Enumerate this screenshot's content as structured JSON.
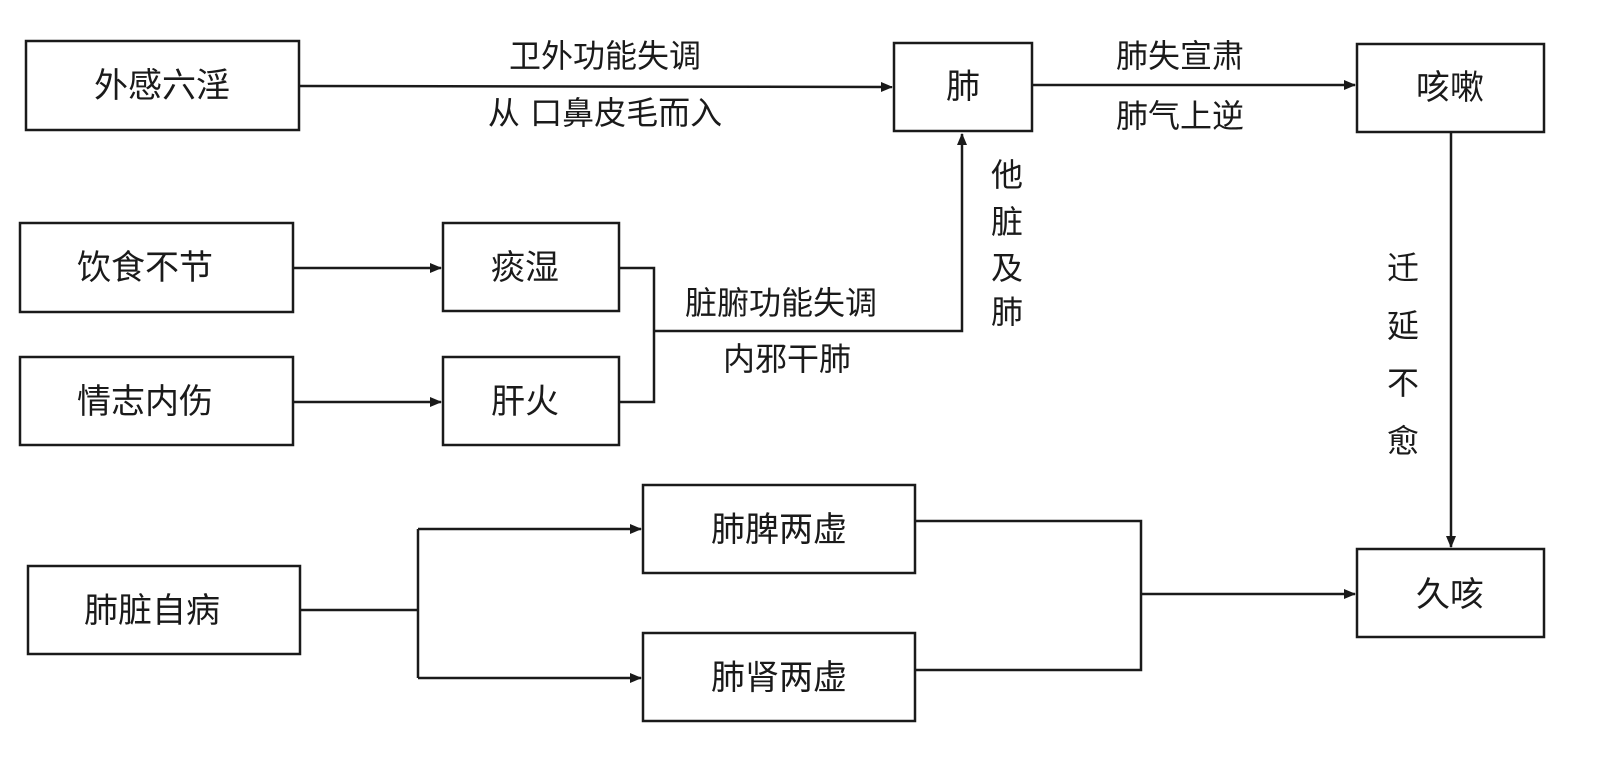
{
  "nodes": {
    "waigan": "外感六淫",
    "fei": "肺",
    "kesou": "咳嗽",
    "yinshi": "饮食不节",
    "tanshi": "痰湿",
    "qingzhi": "情志内伤",
    "ganhuo": "肝火",
    "feipi": "肺脾两虚",
    "feizang": "肺脏自病",
    "feishen": "肺肾两虚",
    "jiuke": "久咳"
  },
  "edge_labels": {
    "weiwai": "卫外功能失调",
    "congkou": "从 口鼻皮毛而入",
    "feishi": "肺失宣肃",
    "feiqi": "肺气上逆",
    "zangfu": "脏腑功能失调",
    "neixie": "内邪干肺",
    "tazang": [
      "他",
      "脏",
      "及",
      "肺"
    ],
    "qianyan": [
      "迁",
      "延",
      "不",
      "愈"
    ]
  }
}
